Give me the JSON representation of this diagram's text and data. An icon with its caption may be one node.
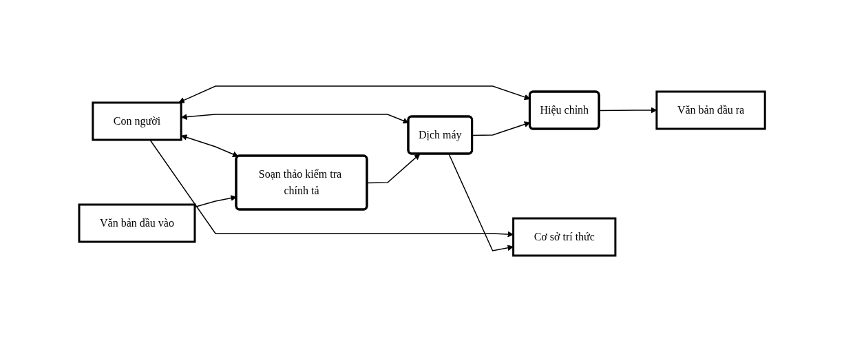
{
  "diagram": {
    "nodes": [
      {
        "text": [
          "Con người"
        ]
      },
      {
        "text": [
          "Văn bản đầu vào"
        ]
      },
      {
        "text": [
          "Soạn thảo kiểm tra chính tả"
        ]
      },
      {
        "text": [
          "Dịch máy"
        ]
      },
      {
        "text": [
          "Hiệu chỉnh"
        ]
      },
      {
        "text": [
          "Văn bản đầu ra"
        ]
      },
      {
        "text": [
          "Cơ sở trí thức"
        ]
      }
    ],
    "edges": [
      {
        "from": 0,
        "to": 2,
        "arrow": "both"
      },
      {
        "from": 0,
        "to": 3,
        "arrow": "both"
      },
      {
        "from": 0,
        "to": 4,
        "arrow": "both"
      },
      {
        "from": 0,
        "to": 6,
        "arrow": "to"
      },
      {
        "from": 1,
        "to": 2,
        "arrow": "to"
      },
      {
        "from": 2,
        "to": 3,
        "arrow": "to"
      },
      {
        "from": 3,
        "to": 4,
        "arrow": "to"
      },
      {
        "from": 4,
        "to": 5,
        "arrow": "to"
      },
      {
        "from": 3,
        "to": 6,
        "arrow": "to"
      }
    ]
  }
}
